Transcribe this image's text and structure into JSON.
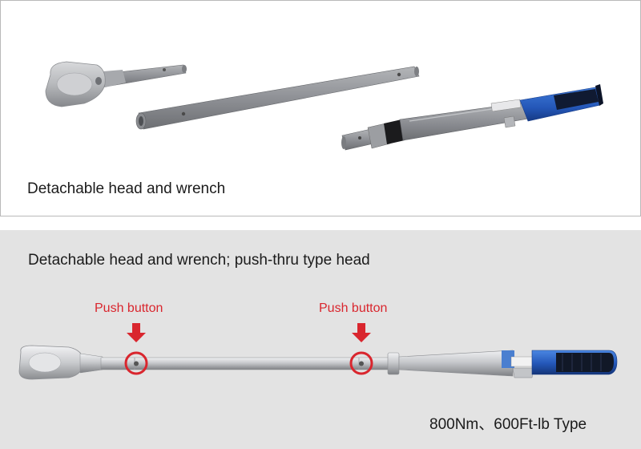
{
  "top_panel": {
    "caption": "Detachable head and wrench"
  },
  "bottom_panel": {
    "caption": "Detachable head and wrench; push-thru type head",
    "push_labels": [
      "Push button",
      "Push button"
    ],
    "model": "800Nm、600Ft-lb Type"
  },
  "colors": {
    "accent_red": "#d9262e",
    "handle_blue": "#2457b8",
    "steel_gray": "#8f9196"
  },
  "icons": [
    "ratchet-head-icon",
    "extension-bar-icon",
    "wrench-body-icon",
    "arrow-down-icon",
    "highlight-circle-icon"
  ]
}
